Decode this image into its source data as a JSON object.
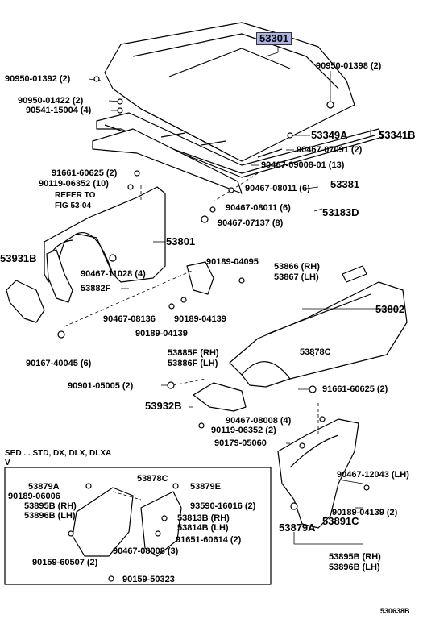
{
  "parts": {
    "hood": "53301",
    "p90950_01392": "90950-01392 (2)",
    "p90950_01398": "90950-01398 (2)",
    "p90950_01422": "90950-01422 (2)",
    "p90541_15004": "90541-15004 (4)",
    "p53349A": "53349A",
    "p53341B": "53341B",
    "p90467_07091": "90467-07091 (2)",
    "p90467_09008": "90467-09008-01 (13)",
    "p91661_60625a": "91661-60625 (2)",
    "p90119_06352a": "90119-06352 (10)",
    "refer_to": "REFER  TO",
    "fig": "FIG  53-04",
    "p90467_08011a": "90467-08011 (6)",
    "p53381": "53381",
    "p90467_08011b": "90467-08011 (6)",
    "p90467_07137": "90467-07137 (8)",
    "p53183D": "53183D",
    "p53801": "53801",
    "p53931B": "53931B",
    "p90467_11028": "90467-11028 (4)",
    "p53882F": "53882F",
    "p90189_04095": "90189-04095",
    "p53866": "53866 (RH)",
    "p53867": "53867 (LH)",
    "p53802": "53802",
    "p90467_08136": "90467-08136",
    "p90189_04139a": "90189-04139",
    "p90189_04139b": "90189-04139",
    "p53885F": "53885F (RH)",
    "p53886F": "53886F (LH)",
    "p53878C_a": "53878C",
    "p90167_40045": "90167-40045 (6)",
    "p90901_05005": "90901-05005 (2)",
    "p91661_60625b": "91661-60625 (2)",
    "p53932B": "53932B",
    "p90467_08008a": "90467-08008 (4)",
    "p90119_06352b": "90119-06352 (2)",
    "p90179_05060": "90179-05060",
    "p90467_12043": "90467-12043 (LH)",
    "p90189_04139c": "90189-04139 (2)",
    "p53879A_a": "53879A",
    "p53891C": "53891C",
    "p53895B_a": "53895B (RH)",
    "p53896B_a": "53896B (LH)",
    "sed_note": "SED . . STD, DX, DLX, DLXA",
    "sed_v": "V",
    "p53878C_b": "53878C",
    "p53879A_b": "53879A",
    "p53879E": "53879E",
    "p90189_06006": "90189-06006",
    "p53895B_b": "53895B (RH)",
    "p53896B_b": "53896B (LH)",
    "p93590_16016": "93590-16016 (2)",
    "p53813B": "53813B (RH)",
    "p53814B": "53814B (LH)",
    "p91651_60614": "91651-60614 (2)",
    "p90467_08008b": "90467-08008 (3)",
    "p90159_60507": "90159-60507 (2)",
    "p90159_50323": "90159-50323"
  },
  "diagram_id": "530638B",
  "colors": {
    "highlight": "#a9b4e4",
    "line": "#000000"
  }
}
